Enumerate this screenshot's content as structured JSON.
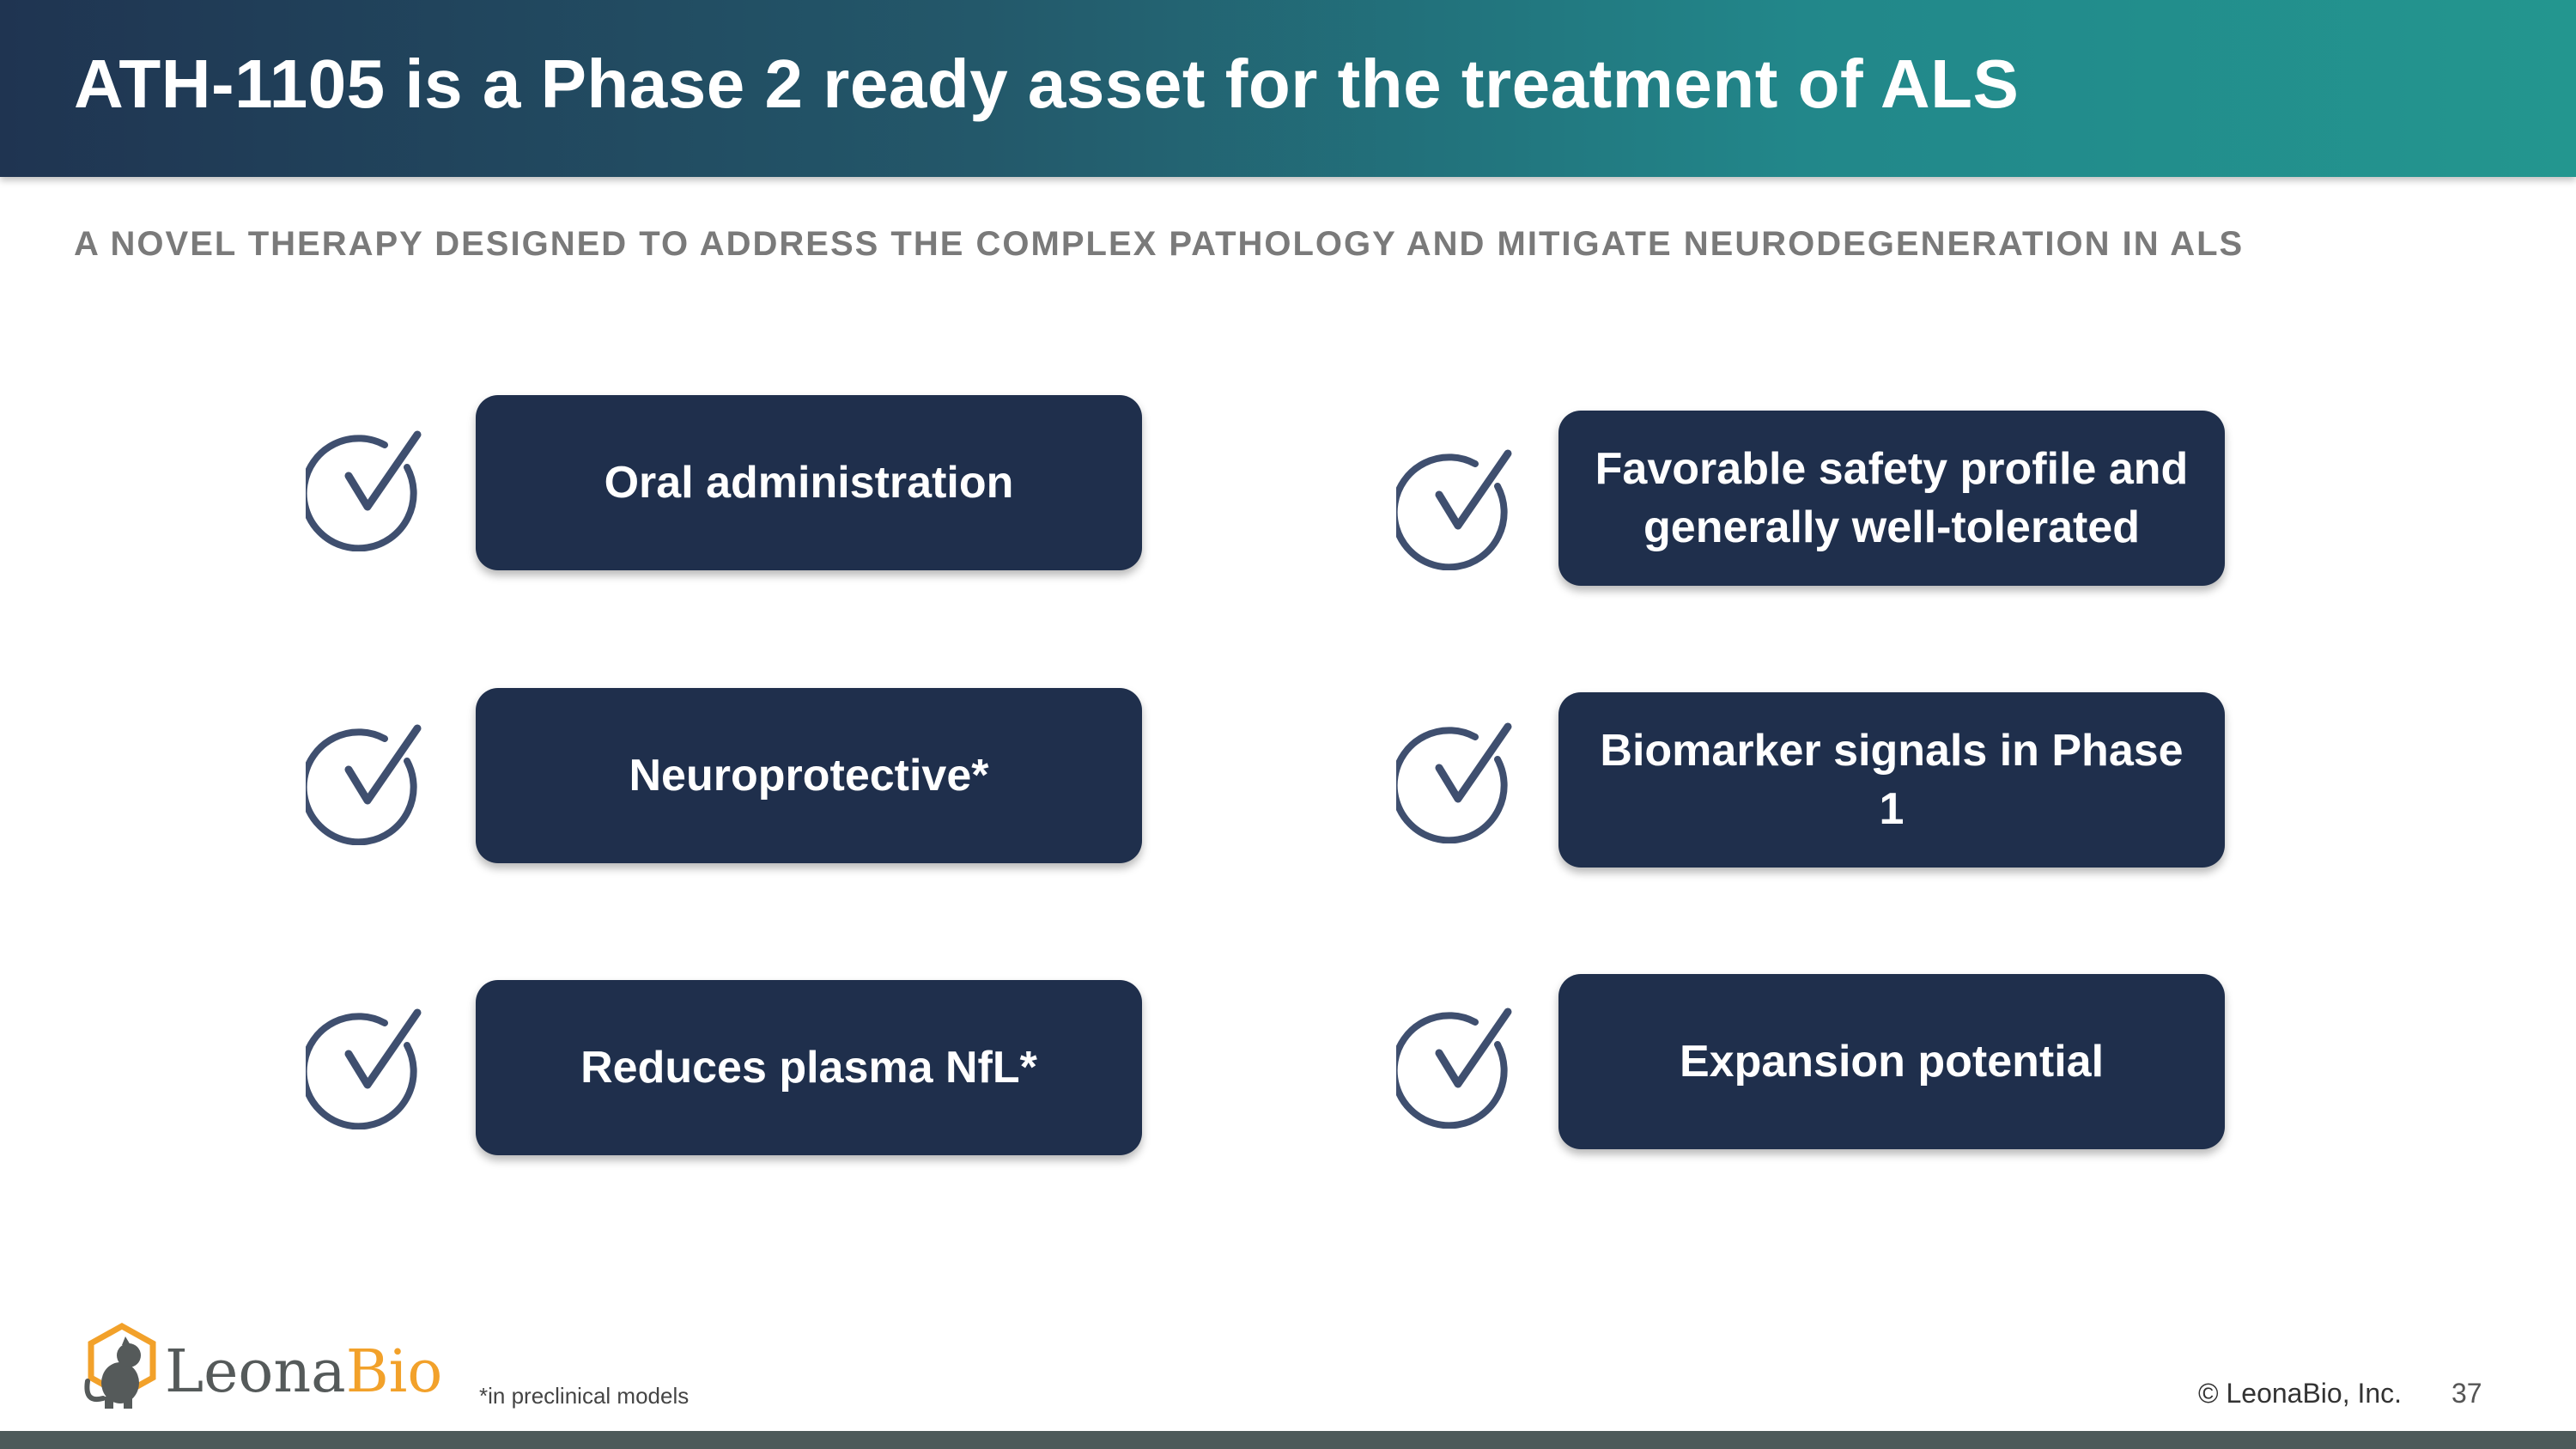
{
  "header": {
    "title": "ATH-1105 is a Phase 2 ready asset for the treatment of ALS"
  },
  "subtitle": "A NOVEL THERAPY DESIGNED TO ADDRESS THE COMPLEX PATHOLOGY AND MITIGATE NEURODEGENERATION IN ALS",
  "cards": {
    "left": [
      {
        "text": "Oral administration"
      },
      {
        "text": "Neuroprotective*"
      },
      {
        "text": "Reduces plasma NfL*"
      }
    ],
    "right": [
      {
        "text": "Favorable safety profile and generally well-tolerated"
      },
      {
        "text": "Biomarker signals in Phase 1"
      },
      {
        "text": "Expansion potential"
      }
    ]
  },
  "footer": {
    "logo_part1": "Leona",
    "logo_part2": "Bio",
    "footnote": "*in preclinical models",
    "copyright": "© LeonaBio, Inc.",
    "page_number": "37"
  },
  "colors": {
    "card_bg": "#1f2f4c",
    "check_stroke": "#3f4f6f",
    "logo_accent": "#f2a12a"
  },
  "icons": {
    "check": "check-circle-icon"
  }
}
